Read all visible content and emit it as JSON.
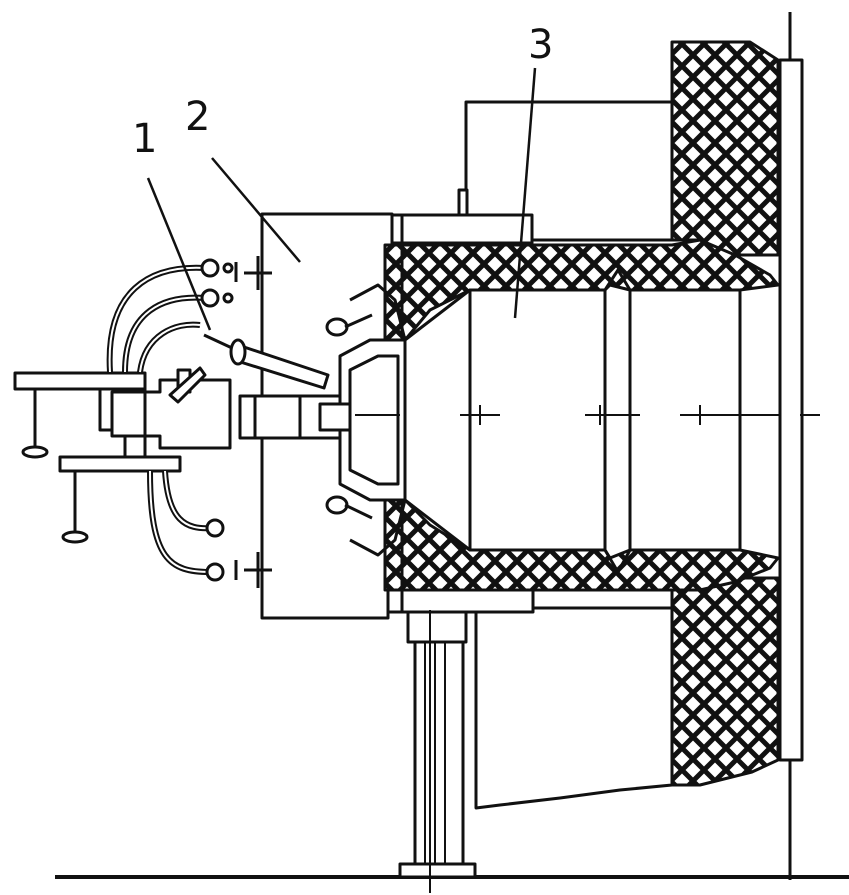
{
  "labels": {
    "label_1": "1",
    "label_2": "2",
    "label_3": "3"
  },
  "colors": {
    "ink": "#111111",
    "paper": "#ffffff"
  }
}
